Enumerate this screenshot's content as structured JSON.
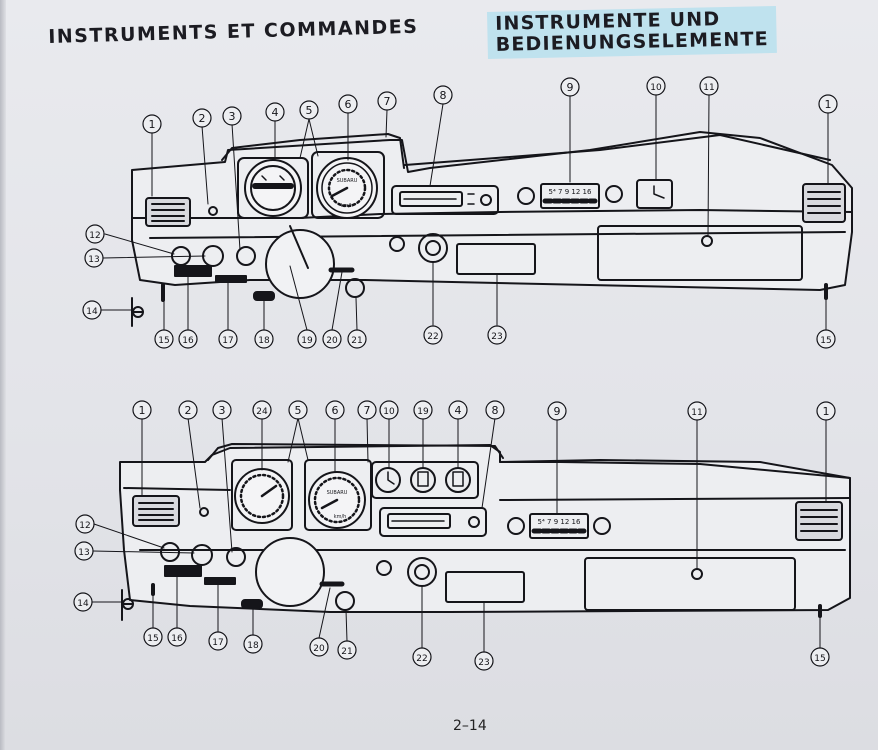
{
  "page": {
    "title_fr": "INSTRUMENTS ET COMMANDES",
    "title_de_line1": "INSTRUMENTE UND",
    "title_de_line2": "BEDIENUNGSELEMENTE",
    "page_number": "2–14",
    "highlight_color": "#bfe2ee"
  },
  "diagram_top": {
    "callouts": [
      "1",
      "2",
      "3",
      "4",
      "5",
      "6",
      "7",
      "8",
      "9",
      "10",
      "11",
      "1",
      "12",
      "13",
      "14",
      "15",
      "16",
      "17",
      "18",
      "19",
      "20",
      "21",
      "22",
      "23",
      "15"
    ]
  },
  "diagram_bottom": {
    "callouts": [
      "1",
      "2",
      "3",
      "24",
      "5",
      "6",
      "7",
      "10",
      "19",
      "4",
      "8",
      "9",
      "11",
      "1",
      "12",
      "13",
      "14",
      "15",
      "16",
      "17",
      "18",
      "20",
      "21",
      "22",
      "23",
      "15"
    ]
  },
  "gauges": {
    "speedo_brand": "SUBARU",
    "speedo_unit": "km/h",
    "radio_presets": "5⁴ 7 9 12 16"
  },
  "icons": [
    "fuel-gauge-icon",
    "speedometer-icon",
    "tachometer-icon",
    "clock-icon",
    "radio-icon",
    "air-vent-icon",
    "knob-icon"
  ]
}
